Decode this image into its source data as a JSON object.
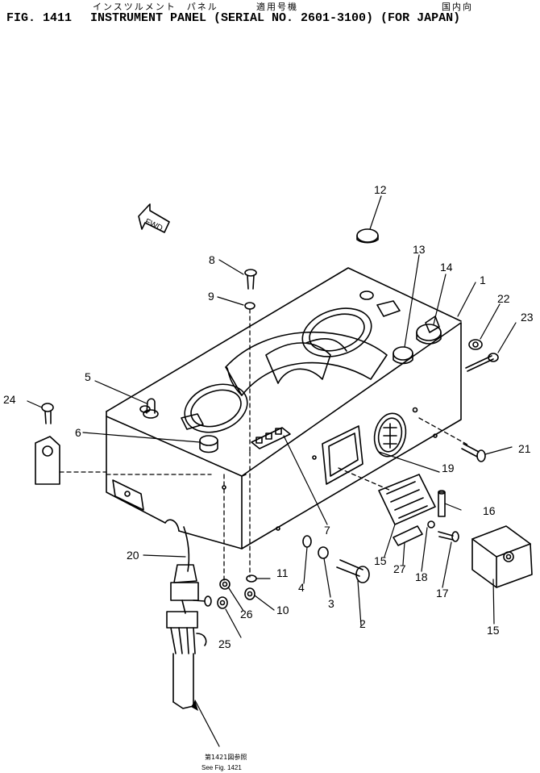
{
  "header": {
    "jp_title": "インスツルメント　パネル",
    "jp_serial": "適用号機",
    "jp_market": "国内向",
    "fig": "FIG. 1411",
    "title": "INSTRUMENT PANEL (SERIAL NO. 2601-3100) (FOR JAPAN)"
  },
  "fwd_label": "FWD",
  "note": {
    "jp": "第1421図参照",
    "en": "See Fig. 1421"
  },
  "callouts": [
    "1",
    "2",
    "3",
    "4",
    "5",
    "6",
    "7",
    "8",
    "9",
    "10",
    "11",
    "12",
    "13",
    "14",
    "15",
    "15",
    "16",
    "17",
    "18",
    "19",
    "20",
    "21",
    "22",
    "23",
    "24",
    "25",
    "26",
    "27"
  ]
}
